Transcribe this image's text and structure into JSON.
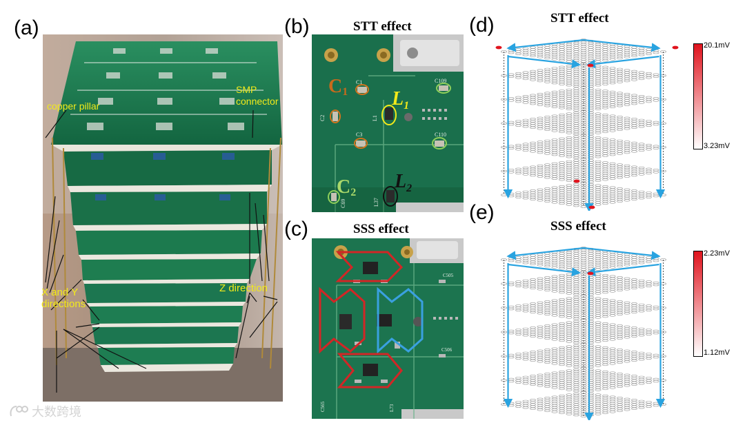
{
  "panels": {
    "a": {
      "letter": "(a)",
      "labels": {
        "copper_pillar": "copper pillar",
        "smp_line1": "SMP",
        "smp_line2": "connector",
        "xy_line1": "X and Y",
        "xy_line2": "directions",
        "z_direction": "Z direction"
      }
    },
    "b": {
      "letter": "(b)",
      "title": "STT effect",
      "components": {
        "c1_math": "C",
        "c1_sub": "1",
        "l1_math": "L",
        "l1_sub": "1",
        "c2_math": "C",
        "c2_sub": "2",
        "l2_math": "L",
        "l2_sub": "2"
      },
      "silkscreen": {
        "c1": "C1",
        "c2": "C2",
        "c3": "C3",
        "l1": "L1",
        "c109": "C109",
        "c110": "C110",
        "c69": "C69",
        "l37": "L37"
      }
    },
    "c": {
      "letter": "(c)",
      "title": "SSS effect",
      "silkscreen": {
        "c505": "C505",
        "c506": "C506",
        "c565": "C565",
        "l73": "L73"
      }
    },
    "d": {
      "letter": "(d)",
      "title": "STT effect",
      "colorbar": {
        "max_label": "20.1mV",
        "min_label": "3.23mV",
        "color_max": "#e0141e",
        "color_min": "#ffffff"
      }
    },
    "e": {
      "letter": "(e)",
      "title": "SSS effect",
      "colorbar": {
        "max_label": "2.23mV",
        "min_label": "1.12mV",
        "color_max": "#e0141e",
        "color_min": "#ffffff"
      }
    }
  },
  "watermark": {
    "text": "大数跨境"
  },
  "colors": {
    "pcb_green": "#1f7a52",
    "pcb_dark": "#155c3c",
    "arrow_blue": "#29a3e0",
    "outline_red": "#d22626",
    "outline_blue": "#3aa0e0",
    "label_yellow": "#f2ea1a",
    "label_orange": "#c86a1c"
  }
}
